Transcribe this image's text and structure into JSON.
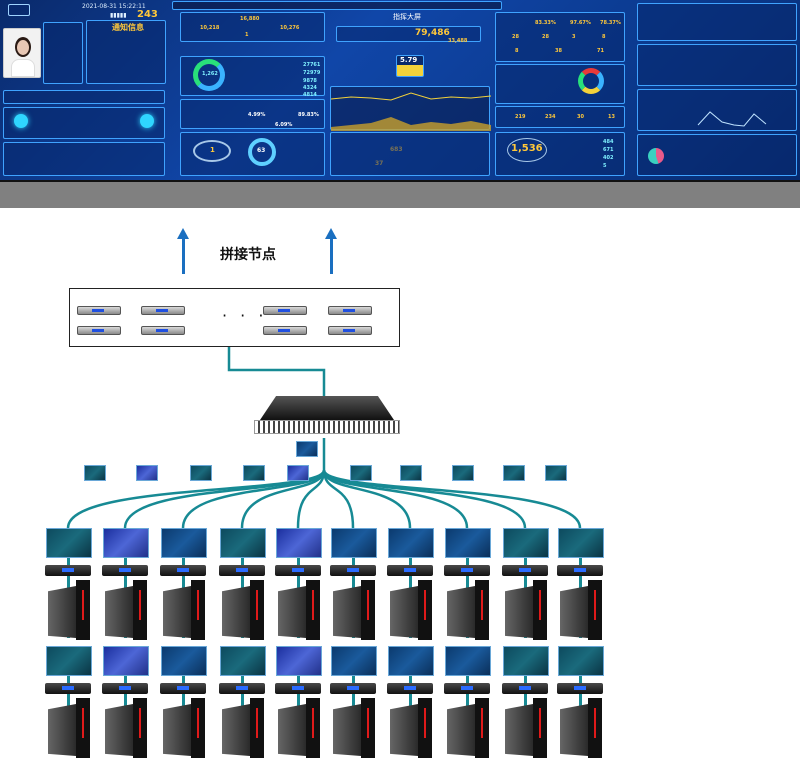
{
  "video_wall": {
    "datetime": "2021-08-31 15:22:11",
    "safe_days_value": "243",
    "notice_title": "通知信息",
    "big_screen_title": "指挥大屏",
    "center_main_value": "79,486",
    "center_sub_value": "33,488",
    "center_box_value": "5.79",
    "top_stats": [
      "16,880",
      "10,218",
      "10,276",
      "1"
    ],
    "list_values": [
      "27761",
      "72979",
      "9878",
      "4324",
      "4814"
    ],
    "donut_center": "1,262",
    "rates": [
      "83.33%",
      "97.67%",
      "78.37%"
    ],
    "house_values": [
      "28",
      "28",
      "3",
      "8"
    ],
    "small_counts": [
      "8",
      "38",
      "71"
    ],
    "gauges": [
      "4.99%",
      "89.83%",
      "6.09%"
    ],
    "bottom_icons": [
      "219",
      "234",
      "30",
      "13"
    ],
    "big_counter": "1,536",
    "right_list": [
      "484",
      "671",
      "402",
      "5"
    ],
    "ring_value": "63",
    "oval_value": "1",
    "small_ring_values": [
      "683",
      "37"
    ]
  },
  "diagram": {
    "splice_label": "拼接节点",
    "ellipsis": "· · ·",
    "node_rows": 2,
    "pc_columns": 10,
    "pc_rows": 2,
    "colors": {
      "cable": "#178a94",
      "arrow": "#1a6fc0"
    }
  }
}
